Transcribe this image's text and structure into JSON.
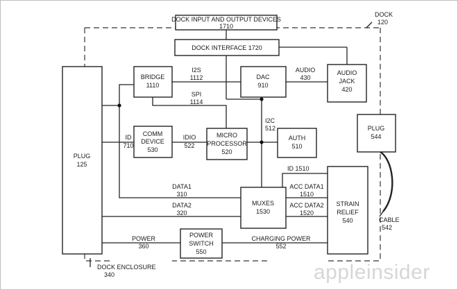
{
  "diagram": {
    "blocks": {
      "dock_io": [
        "DOCK INPUT AND OUTPUT DEVICES",
        "1710"
      ],
      "dock_interface": [
        "DOCK INTERFACE 1720"
      ],
      "plug": [
        "PLUG",
        "125"
      ],
      "bridge": [
        "BRIDGE",
        "1110"
      ],
      "dac": [
        "DAC",
        "910"
      ],
      "audio_jack": [
        "AUDIO",
        "JACK",
        "420"
      ],
      "comm_device": [
        "COMM",
        "DEVICE",
        "530"
      ],
      "microprocessor": [
        "MICRO",
        "PROCESSOR",
        "520"
      ],
      "auth": [
        "AUTH",
        "510"
      ],
      "plug_544": [
        "PLUG",
        "544"
      ],
      "muxes": [
        "MUXES",
        "1530"
      ],
      "strain_relief": [
        "STRAIN",
        "RELIEF",
        "540"
      ],
      "power_switch": [
        "POWER",
        "SWITCH",
        "550"
      ]
    },
    "labels": {
      "dock": [
        "DOCK",
        "120"
      ],
      "i2s": [
        "I2S",
        "1112"
      ],
      "audio": [
        "AUDIO",
        "430"
      ],
      "spi": [
        "SPI",
        "1114"
      ],
      "i2c": [
        "I2C",
        "512"
      ],
      "id": [
        "ID",
        "710"
      ],
      "idio": [
        "IDIO",
        "522"
      ],
      "id_1510": [
        "ID 1510"
      ],
      "data1": [
        "DATA1",
        "310"
      ],
      "acc_data1": [
        "ACC DATA1",
        "1510"
      ],
      "data2": [
        "DATA2",
        "320"
      ],
      "acc_data2": [
        "ACC DATA2",
        "1520"
      ],
      "cable": [
        "CABLE",
        "542"
      ],
      "power": [
        "POWER",
        "360"
      ],
      "charging_power": [
        "CHARGING POWER",
        "552"
      ],
      "dock_enclosure": [
        "DOCK ENCLOSURE",
        "340"
      ]
    },
    "watermark": "appleinsider"
  }
}
